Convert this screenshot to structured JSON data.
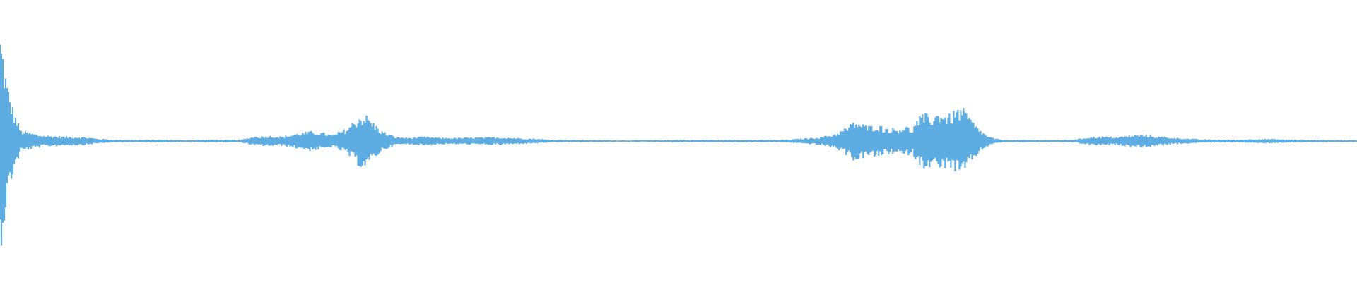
{
  "waveform": {
    "color": "#5dade2",
    "background": "#ffffff",
    "samples": 960,
    "envelope": [
      [
        0,
        0.95
      ],
      [
        0.4,
        0.8
      ],
      [
        1,
        0.5
      ],
      [
        2,
        0.25
      ],
      [
        3,
        0.09
      ],
      [
        6,
        0.05
      ],
      [
        9,
        0.04
      ],
      [
        12,
        0.035
      ],
      [
        14,
        0.02
      ],
      [
        16,
        0.012
      ],
      [
        18,
        0.01
      ],
      [
        22,
        0.012
      ],
      [
        26,
        0.008
      ],
      [
        30,
        0.012
      ],
      [
        34,
        0.01
      ],
      [
        36,
        0.04
      ],
      [
        38,
        0.045
      ],
      [
        40,
        0.04
      ],
      [
        42,
        0.065
      ],
      [
        44,
        0.085
      ],
      [
        46,
        0.07
      ],
      [
        47,
        0.05
      ],
      [
        49,
        0.11
      ],
      [
        51,
        0.23
      ],
      [
        52,
        0.22
      ],
      [
        53,
        0.15
      ],
      [
        54,
        0.09
      ],
      [
        55,
        0.06
      ],
      [
        56,
        0.035
      ],
      [
        58,
        0.03
      ],
      [
        60,
        0.04
      ],
      [
        62,
        0.03
      ],
      [
        64,
        0.028
      ],
      [
        66,
        0.03
      ],
      [
        70,
        0.035
      ],
      [
        72,
        0.03
      ],
      [
        74,
        0.025
      ],
      [
        76,
        0.02
      ],
      [
        78,
        0.012
      ],
      [
        80,
        0.01
      ],
      [
        84,
        0.008
      ],
      [
        88,
        0.007
      ],
      [
        92,
        0.007
      ],
      [
        95,
        0.009
      ],
      [
        100,
        0.01
      ],
      [
        108,
        0.01
      ],
      [
        110,
        0.01
      ],
      [
        112,
        0.015
      ],
      [
        114,
        0.025
      ],
      [
        116,
        0.035
      ],
      [
        118,
        0.06
      ],
      [
        119,
        0.09
      ],
      [
        120,
        0.13
      ],
      [
        121,
        0.18
      ],
      [
        122,
        0.15
      ],
      [
        123,
        0.13
      ],
      [
        124,
        0.15
      ],
      [
        125,
        0.12
      ],
      [
        127,
        0.11
      ],
      [
        128,
        0.14
      ],
      [
        129,
        0.1
      ],
      [
        130,
        0.21
      ],
      [
        131,
        0.24
      ],
      [
        132,
        0.21
      ],
      [
        133,
        0.27
      ],
      [
        134,
        0.22
      ],
      [
        135,
        0.26
      ],
      [
        136,
        0.3
      ],
      [
        137,
        0.23
      ],
      [
        138,
        0.14
      ],
      [
        139,
        0.08
      ],
      [
        140,
        0.035
      ],
      [
        141,
        0.02
      ],
      [
        142,
        0.01
      ],
      [
        150,
        0.009
      ],
      [
        152,
        0.012
      ],
      [
        154,
        0.035
      ],
      [
        156,
        0.04
      ],
      [
        158,
        0.035
      ],
      [
        160,
        0.05
      ],
      [
        162,
        0.055
      ],
      [
        164,
        0.04
      ],
      [
        166,
        0.03
      ],
      [
        170,
        0.015
      ],
      [
        175,
        0.012
      ],
      [
        178,
        0.02
      ],
      [
        180,
        0.018
      ],
      [
        185,
        0.01
      ],
      [
        192,
        0.008
      ]
    ]
  }
}
